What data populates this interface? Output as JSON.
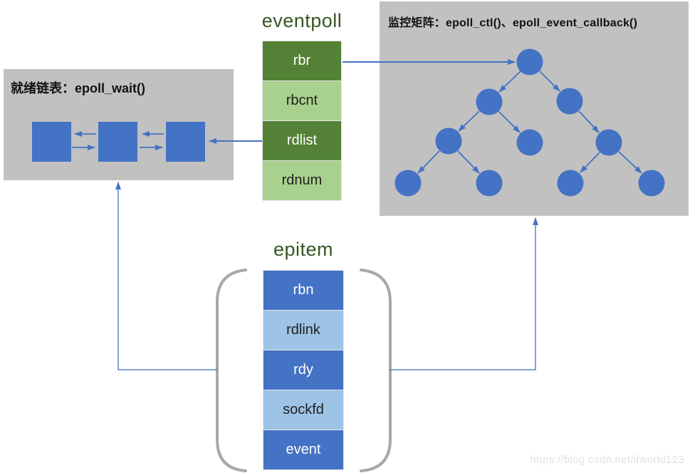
{
  "panels": {
    "ready": {
      "title": "就绪链表：epoll_wait()"
    },
    "monitor": {
      "title": "监控矩阵：epoll_ctl()、epoll_event_callback()"
    }
  },
  "structs": {
    "eventpoll": {
      "title": "eventpoll",
      "fields": [
        {
          "label": "rbr"
        },
        {
          "label": "rbcnt"
        },
        {
          "label": "rdlist"
        },
        {
          "label": "rdnum"
        }
      ]
    },
    "epitem": {
      "title": "epitem",
      "fields": [
        {
          "label": "rbn"
        },
        {
          "label": "rdlink"
        },
        {
          "label": "rdy"
        },
        {
          "label": "sockfd"
        },
        {
          "label": "event"
        }
      ]
    }
  },
  "diagram": {
    "ready_list_node_count": 3,
    "rbtree_node_count": 10
  },
  "watermark": {
    "text": "https://blog.csdn.net/itworld123"
  },
  "colors": {
    "dark_green": "#538135",
    "light_green": "#a9d18e",
    "blue": "#4472c4",
    "light_blue": "#9dc3e6",
    "panel_gray": "#c1c1c1",
    "title_green": "#375623",
    "brace_gray": "#a8a8a8"
  }
}
